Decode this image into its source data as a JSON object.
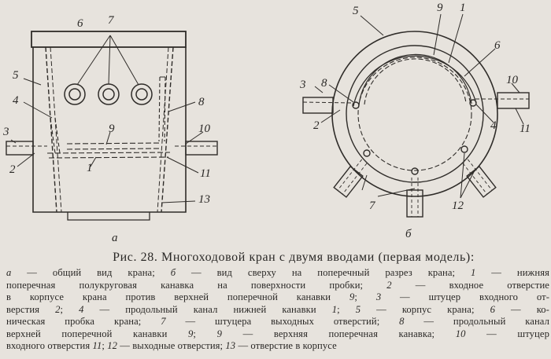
{
  "figure": {
    "view_a_label": "а",
    "view_b_label": "б",
    "callouts_a": [
      "6",
      "7",
      "5",
      "4",
      "8",
      "3",
      "9",
      "10",
      "2",
      "1",
      "11",
      "13"
    ],
    "callouts_b": [
      "5",
      "9",
      "1",
      "6",
      "3",
      "8",
      "10",
      "2",
      "4",
      "11",
      "7",
      "12"
    ]
  },
  "caption": {
    "title": "Рис. 28. Многоходовой кран с двумя вводами (первая модель):",
    "lines": [
      [
        "а",
        " — общий вид крана; ",
        "б",
        " — вид сверху на поперечный разрез крана; ",
        "1",
        " — нижняя"
      ],
      [
        "",
        "поперечная полукруговая канавка на поверхности пробки; ",
        "2",
        " — входное отверстие"
      ],
      [
        "",
        "в корпусе крана против верхней поперечной канавки ",
        "9",
        "; ",
        "3",
        " — штуцер входного от-"
      ],
      [
        "",
        "верстия ",
        "2",
        "; ",
        "4",
        " — продольный канал нижней канавки ",
        "1",
        "; ",
        "5",
        " — корпус крана; ",
        "6",
        " — ко-"
      ],
      [
        "",
        "ническая пробка крана; ",
        "7",
        " — штуцера выходных отверстий; ",
        "8",
        " — продольный канал"
      ],
      [
        "",
        "верхней поперечной канавки ",
        "9",
        "; ",
        "9",
        " — верхняя поперечная канавка; ",
        "10",
        " — штуцер"
      ],
      [
        "",
        "входного отверстия ",
        "11",
        "; ",
        "12",
        " — выходные отверстия; ",
        "13",
        " — отверстие в корпусе"
      ]
    ]
  }
}
